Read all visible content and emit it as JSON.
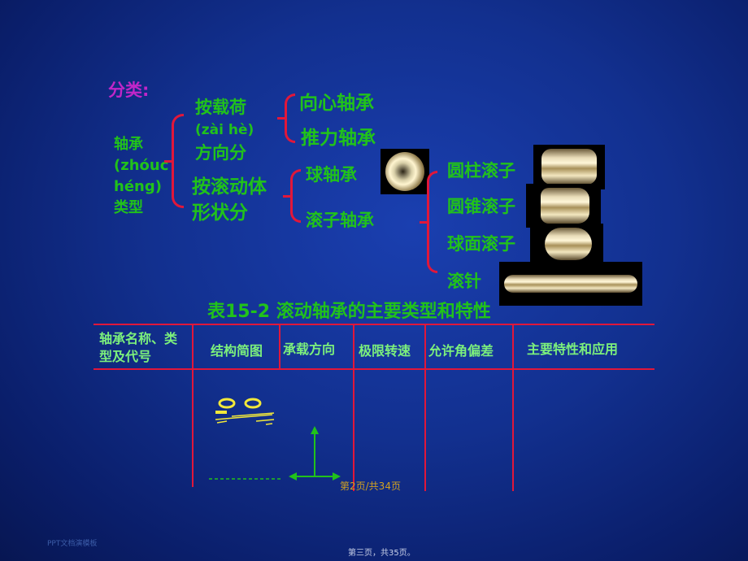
{
  "classification": {
    "title": "分类:",
    "bearing": [
      "轴承",
      "(zhóuc",
      "héng)",
      "类型"
    ],
    "by_load": [
      "按载荷",
      "(zài hè)",
      "方向分"
    ],
    "by_rolling": [
      "按滚动体",
      "形状分"
    ],
    "radial": "向心轴承",
    "thrust": "推力轴承",
    "ball": "球轴承",
    "roller": "滚子轴承",
    "cylindrical": "圆柱滚子",
    "tapered": "圆锥滚子",
    "spherical": "球面滚子",
    "needle": "滚针"
  },
  "table": {
    "caption": "表15-2  滚动轴承的主要类型和特性",
    "headers": [
      "轴承名称、类型及代号",
      "结构简图",
      "承载方向",
      "极限转速",
      "允许角偏差",
      "主要特性和应用"
    ],
    "page_overlay": "第2页/共34页"
  },
  "footer": {
    "left": "PPT文档演模板",
    "center": "第三页，共35页。"
  }
}
